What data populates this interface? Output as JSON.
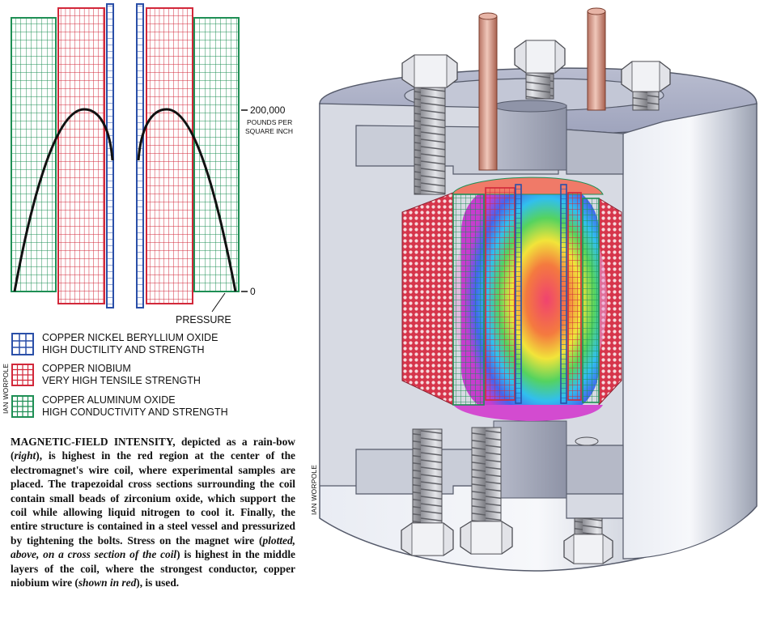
{
  "chart": {
    "tick_top": "200,000",
    "unit_line1": "POUNDS PER",
    "unit_line2": "SQUARE INCH",
    "tick_bottom": "0",
    "xlabel": "PRESSURE"
  },
  "legend": [
    {
      "line1": "COPPER NICKEL BERYLLIUM OXIDE",
      "line2": "HIGH DUCTILITY AND STRENGTH",
      "color": "#2a4fa8"
    },
    {
      "line1": "COPPER NIOBIUM",
      "line2": "VERY HIGH TENSILE STRENGTH",
      "color": "#d2283a"
    },
    {
      "line1": "COPPER ALUMINUM OXIDE",
      "line2": "HIGH CONDUCTIVITY AND STRENGTH",
      "color": "#1f8f55"
    }
  ],
  "credit_left": "IAN WORPOLE",
  "credit_right": "IAN WORPOLE",
  "caption": {
    "lead": "MAGNETIC-FIELD INTENSITY,",
    "p1": " depicted as a rain-bow (",
    "i1": "right",
    "p2": "), is highest in the red region at the center of the electromagnet's wire coil, where experimental samples are placed. The trapezoidal cross sections surrounding the coil contain small beads of zirconium oxide, which support the coil while allowing liquid nitrogen to cool it. Finally, the entire structure is contained in a steel vessel and pressurized by tightening the bolts. Stress on the magnet wire (",
    "i2": "plotted, above, on a cross section of the coil",
    "p3": ") is highest in the middle layers of the coil, where the strongest conductor, copper niobium wire (",
    "i3": "shown in red",
    "p4": "), is used."
  },
  "colors": {
    "blue": "#2a4fa8",
    "red": "#d2283a",
    "green": "#1f8f55",
    "steel": "#c9cdd8",
    "copper": "#c98a78"
  }
}
